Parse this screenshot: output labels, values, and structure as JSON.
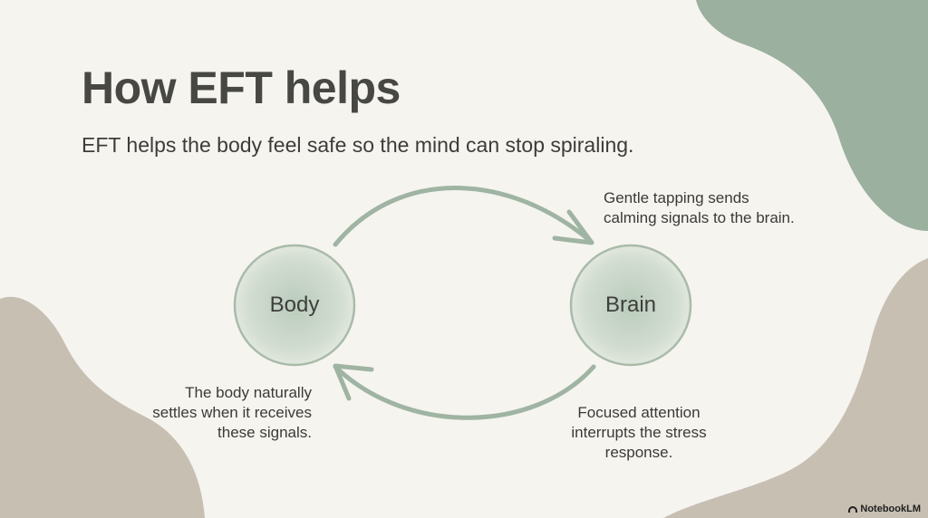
{
  "slide": {
    "title": "How EFT helps",
    "subtitle": "EFT helps the body feel safe so the mind can stop spiraling."
  },
  "diagram": {
    "nodes": [
      {
        "id": "body",
        "label": "Body"
      },
      {
        "id": "brain",
        "label": "Brain"
      }
    ],
    "edges": [
      {
        "from": "body",
        "to": "brain",
        "caption_lines": [
          "Gentle tapping sends",
          "calming signals to the brain."
        ]
      },
      {
        "from": "brain",
        "to": "body",
        "caption_lines": [
          "Focused attention",
          "interrupts the stress",
          "response."
        ]
      }
    ],
    "body_caption_lines": [
      "The body naturally",
      "settles when it receives",
      "these signals."
    ]
  },
  "colors": {
    "background": "#f6f4ef",
    "sage_blob": "#9bb09f",
    "taupe_blob": "#c8bfb3",
    "arrow": "#9fb4a2",
    "node_fill": "#cbd8cc",
    "node_stroke": "#a9bba9"
  },
  "branding": {
    "label": "NotebookLM",
    "icon": "notebooklm-icon"
  }
}
